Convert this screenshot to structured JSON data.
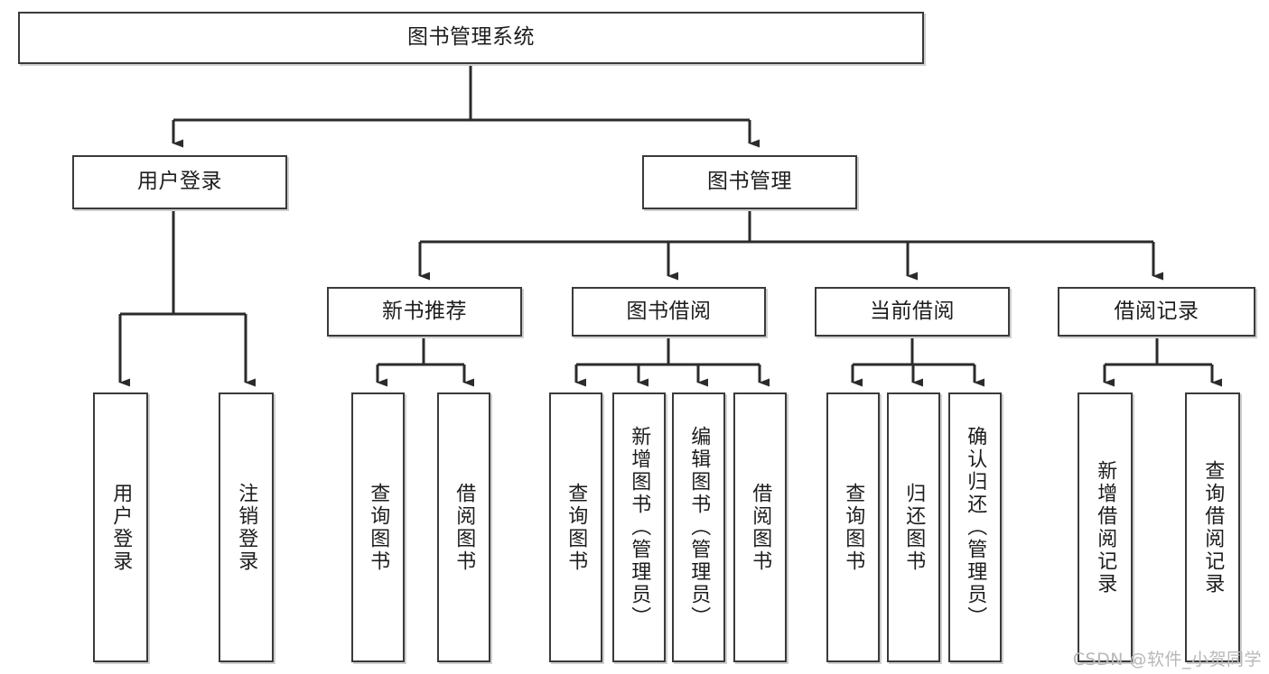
{
  "diagram": {
    "type": "tree-hierarchy",
    "title": "图书管理系统",
    "watermark": "CSDN @软件_小贺同学",
    "colors": {
      "box_border": "#3a3a3a",
      "box_fill": "#ffffff",
      "connector": "#2b2b2b",
      "text": "#1d1d1d",
      "watermark": "#b8b8b8",
      "background": "#ffffff"
    },
    "nodes": {
      "root": {
        "label": "图书管理系统",
        "orientation": "horizontal"
      },
      "level2": [
        {
          "id": "user-login",
          "label": "用户登录",
          "orientation": "horizontal"
        },
        {
          "id": "book-manage",
          "label": "图书管理",
          "orientation": "horizontal"
        }
      ],
      "level3": [
        {
          "id": "new-book-recommend",
          "label": "新书推荐",
          "orientation": "horizontal"
        },
        {
          "id": "book-borrow",
          "label": "图书借阅",
          "orientation": "horizontal"
        },
        {
          "id": "current-borrow",
          "label": "当前借阅",
          "orientation": "horizontal"
        },
        {
          "id": "borrow-record",
          "label": "借阅记录",
          "orientation": "horizontal"
        }
      ],
      "leaves": [
        {
          "id": "leaf-user-login",
          "label": "用户登录",
          "parent": "user-login",
          "orientation": "vertical"
        },
        {
          "id": "leaf-user-logout",
          "label": "注销登录",
          "parent": "user-login",
          "orientation": "vertical"
        },
        {
          "id": "leaf-query-book-1",
          "label": "查询图书",
          "parent": "new-book-recommend",
          "orientation": "vertical"
        },
        {
          "id": "leaf-borrow-book-1",
          "label": "借阅图书",
          "parent": "new-book-recommend",
          "orientation": "vertical"
        },
        {
          "id": "leaf-query-book-2",
          "label": "查询图书",
          "parent": "book-borrow",
          "orientation": "vertical"
        },
        {
          "id": "leaf-add-book",
          "label": "新增图书（管理员）",
          "parent": "book-borrow",
          "orientation": "vertical"
        },
        {
          "id": "leaf-edit-book",
          "label": "编辑图书（管理员）",
          "parent": "book-borrow",
          "orientation": "vertical"
        },
        {
          "id": "leaf-borrow-book-2",
          "label": "借阅图书",
          "parent": "book-borrow",
          "orientation": "vertical"
        },
        {
          "id": "leaf-query-book-3",
          "label": "查询图书",
          "parent": "current-borrow",
          "orientation": "vertical"
        },
        {
          "id": "leaf-return-book",
          "label": "归还图书",
          "parent": "current-borrow",
          "orientation": "vertical"
        },
        {
          "id": "leaf-confirm-return",
          "label": "确认归还（管理员）",
          "parent": "current-borrow",
          "orientation": "vertical"
        },
        {
          "id": "leaf-add-record",
          "label": "新增借阅记录",
          "parent": "borrow-record",
          "orientation": "vertical"
        },
        {
          "id": "leaf-query-record",
          "label": "查询借阅记录",
          "parent": "borrow-record",
          "orientation": "vertical"
        }
      ]
    }
  }
}
